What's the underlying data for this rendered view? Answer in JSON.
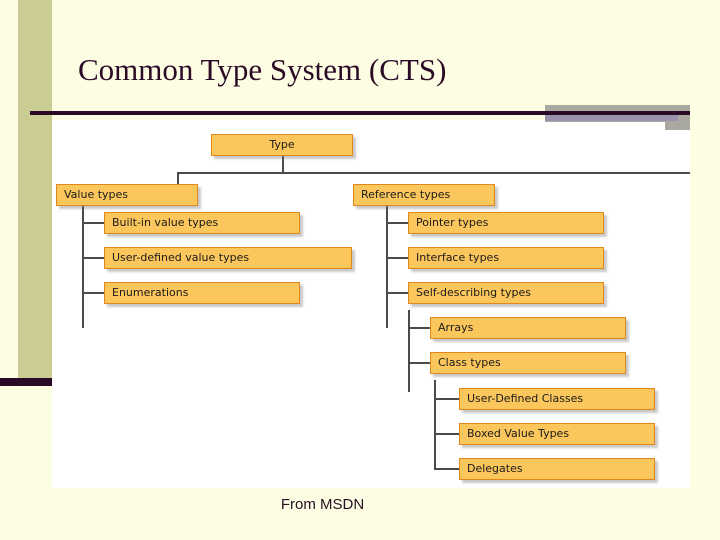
{
  "slide": {
    "title": "Common Type System (CTS)",
    "caption": "From MSDN",
    "colors": {
      "background": "#fdfde3",
      "side_band": "#cbcc94",
      "title_text": "#2b0a26",
      "rule": "#2b0a26",
      "rule_deco_gray": "#a9a9a1",
      "rule_deco_purple": "#9c91aa",
      "node_fill": "#fbc75c",
      "node_border": "#e2871b",
      "connector": "#4a4a4a",
      "panel": "#ffffff"
    }
  },
  "chart_data": {
    "type": "diagram",
    "title": "Common Type System (CTS)",
    "subtitle": "From MSDN",
    "diagram_kind": "hierarchy-tree",
    "root": "Type",
    "nodes": [
      {
        "id": "type",
        "label": "Type",
        "level": 0,
        "parent": null
      },
      {
        "id": "value",
        "label": "Value types",
        "level": 1,
        "parent": "type"
      },
      {
        "id": "reference",
        "label": "Reference types",
        "level": 1,
        "parent": "type"
      },
      {
        "id": "builtin",
        "label": "Built-in value types",
        "level": 2,
        "parent": "value"
      },
      {
        "id": "userdefval",
        "label": "User-defined value types",
        "level": 2,
        "parent": "value"
      },
      {
        "id": "enums",
        "label": "Enumerations",
        "level": 2,
        "parent": "value"
      },
      {
        "id": "pointer",
        "label": "Pointer types",
        "level": 2,
        "parent": "reference"
      },
      {
        "id": "interface",
        "label": "Interface types",
        "level": 2,
        "parent": "reference"
      },
      {
        "id": "selfdesc",
        "label": "Self-describing types",
        "level": 2,
        "parent": "reference"
      },
      {
        "id": "arrays",
        "label": "Arrays",
        "level": 3,
        "parent": "selfdesc"
      },
      {
        "id": "classtypes",
        "label": "Class types",
        "level": 3,
        "parent": "selfdesc"
      },
      {
        "id": "udclasses",
        "label": "User-Defined Classes",
        "level": 4,
        "parent": "classtypes"
      },
      {
        "id": "boxedvalue",
        "label": "Boxed Value Types",
        "level": 4,
        "parent": "classtypes"
      },
      {
        "id": "delegates",
        "label": "Delegates",
        "level": 4,
        "parent": "classtypes"
      }
    ]
  }
}
